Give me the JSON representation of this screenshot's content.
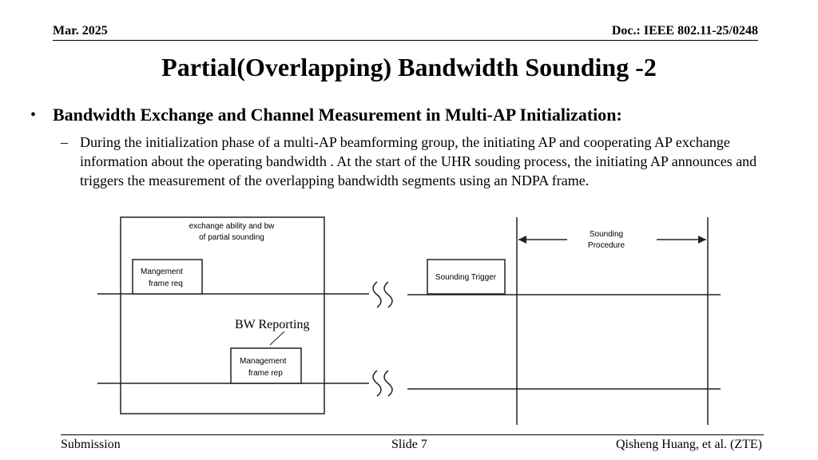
{
  "header": {
    "date": "Mar. 2025",
    "doc": "Doc.: IEEE 802.11-25/0248"
  },
  "title": "Partial(Overlapping) Bandwidth Sounding -2",
  "bullet": {
    "mark": "•",
    "text": "Bandwidth Exchange and Channel Measurement in Multi-AP  Initialization:"
  },
  "sub_bullet": {
    "mark": "–",
    "text": "During the initialization phase of a multi-AP beamforming group, the initiating AP and cooperating AP exchange information about the operating bandwidth . At the start of the UHR souding process, the initiating AP announces and triggers the measurement of the overlapping bandwidth segments using an NDPA frame."
  },
  "diagram": {
    "exchange_line1": "exchange ability and bw",
    "exchange_line2": "of partial sounding",
    "mgmt_req_line1": "Mangement",
    "mgmt_req_line2": "frame req",
    "bw_reporting": "BW Reporting",
    "mgmt_rep_line1": "Management",
    "mgmt_rep_line2": "frame rep",
    "sounding_trigger": "Sounding Trigger",
    "procedure_line1": "Sounding",
    "procedure_line2": "Procedure"
  },
  "footer": {
    "left": "Submission",
    "center": "Slide 7",
    "right": "Qisheng Huang, et al. (ZTE)"
  }
}
